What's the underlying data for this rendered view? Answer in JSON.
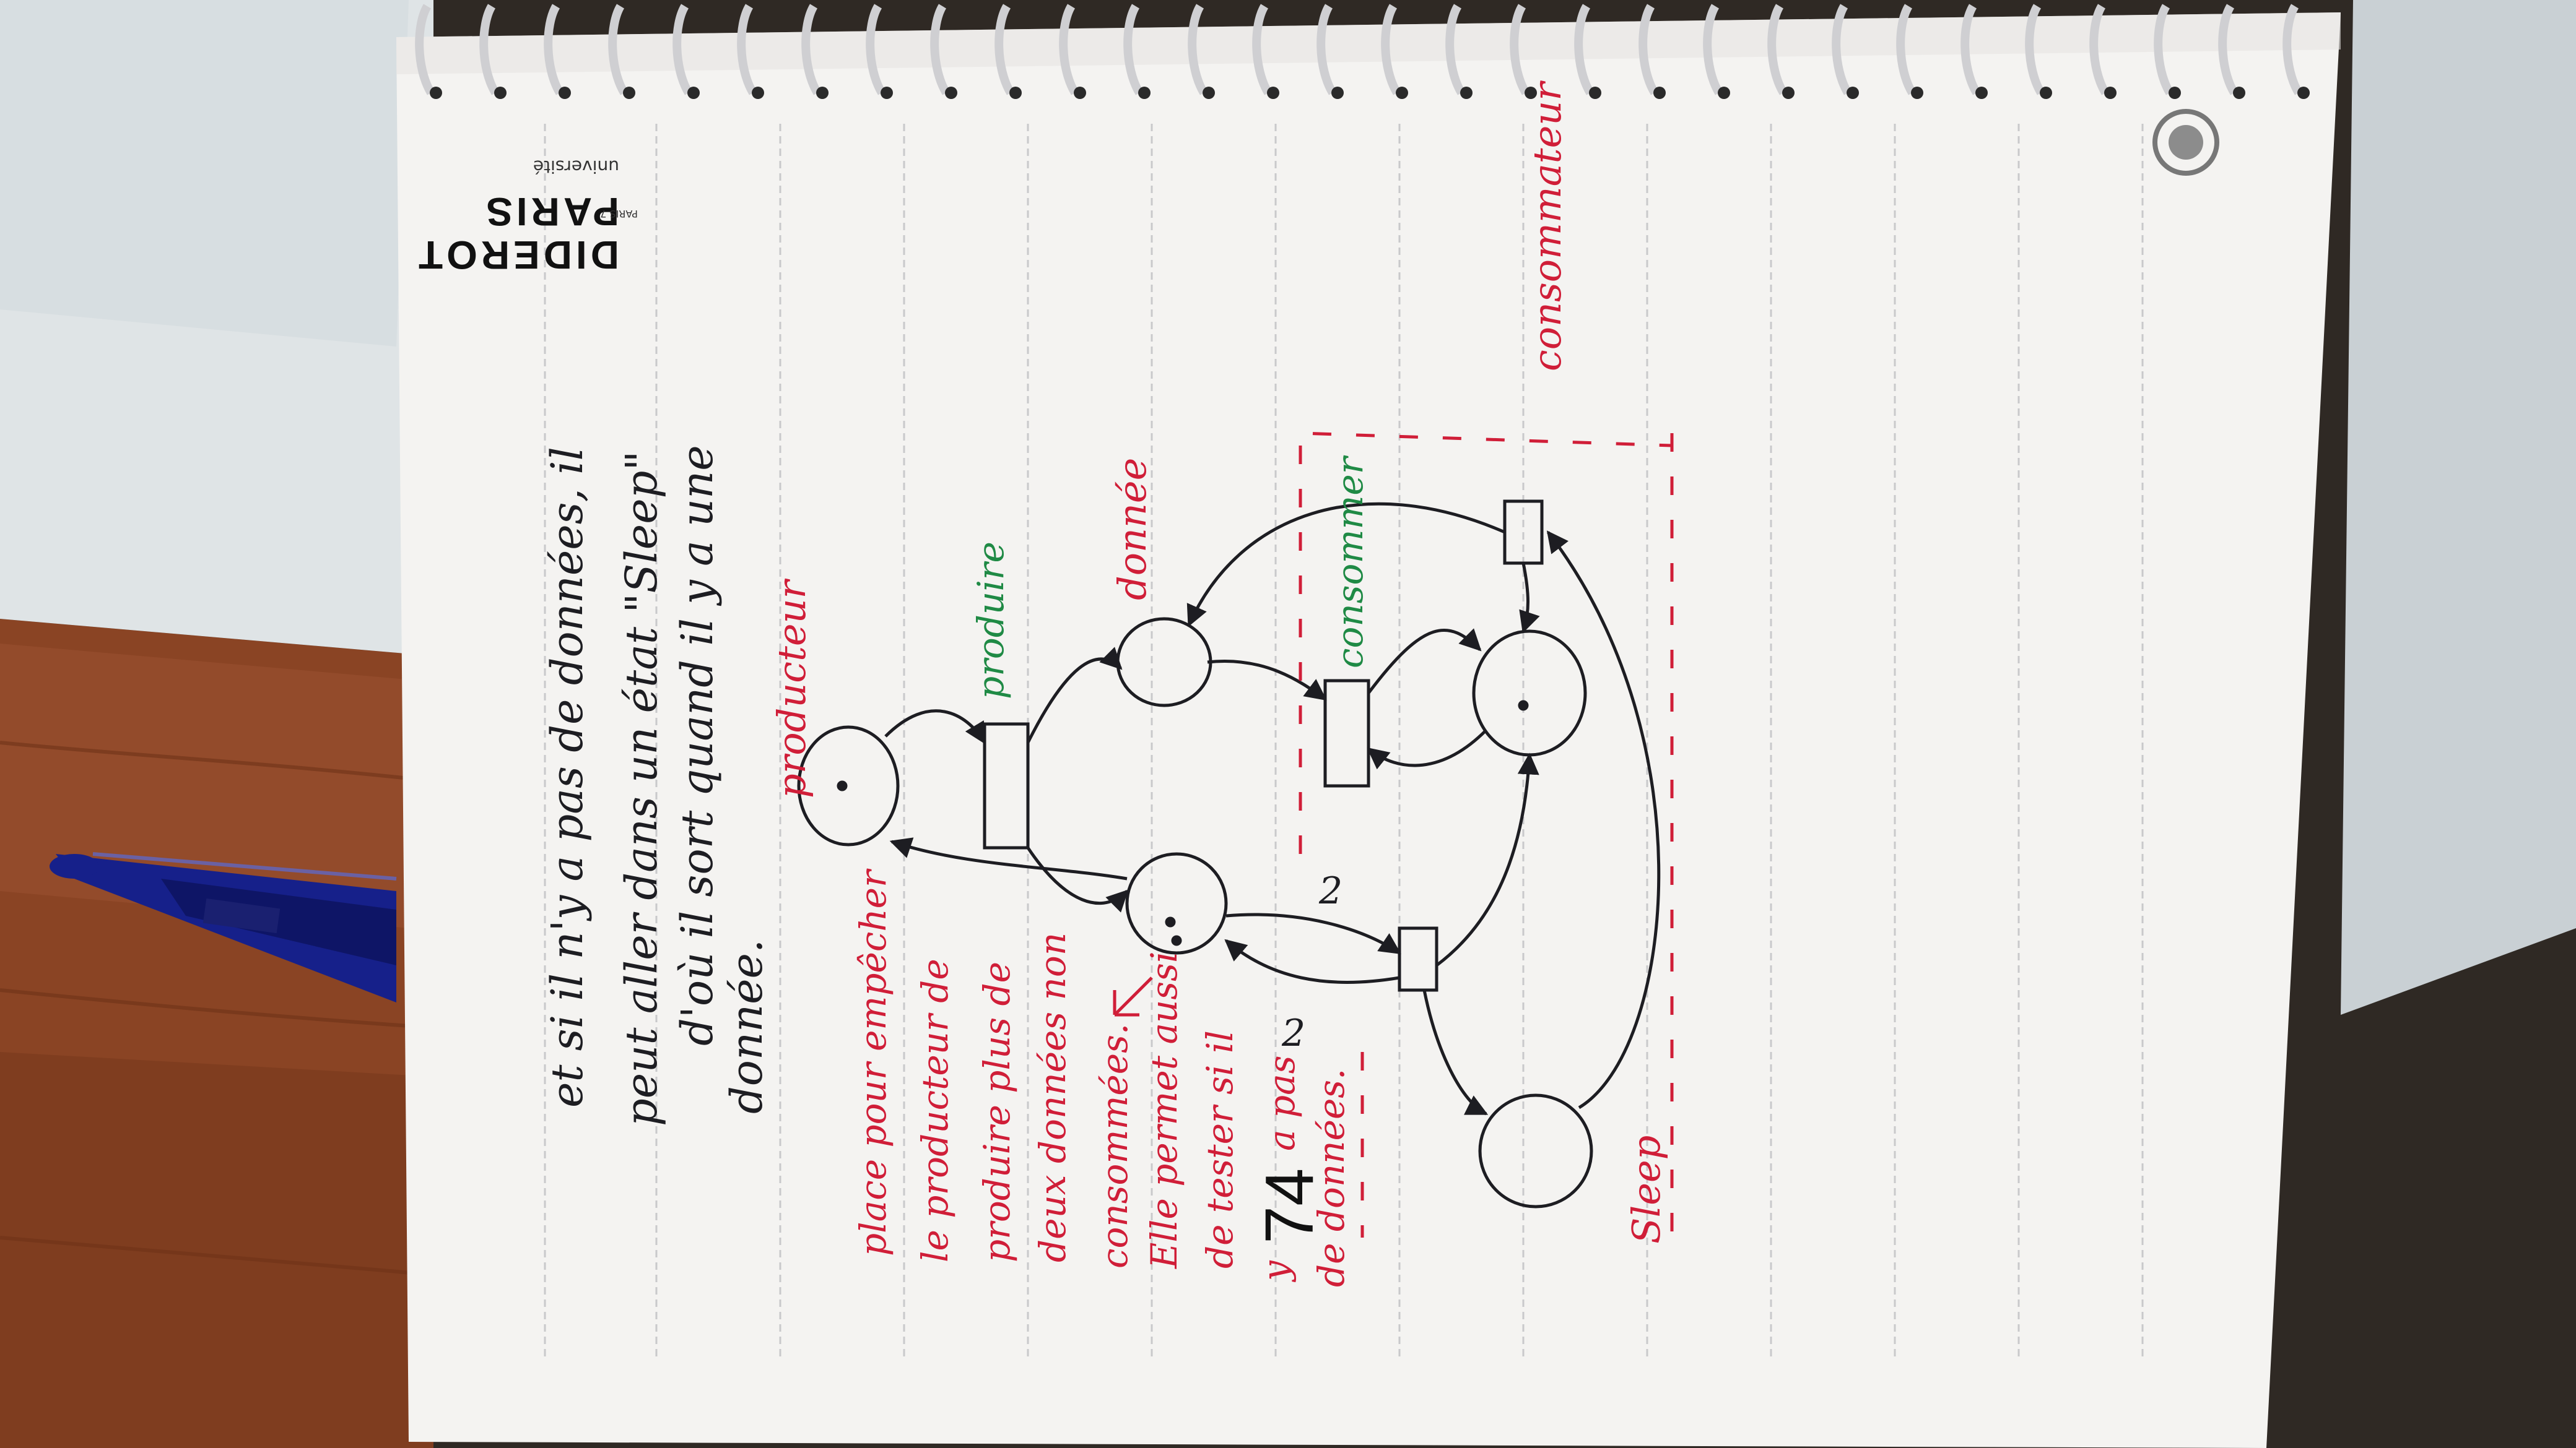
{
  "brand": {
    "sub": "université",
    "line1": "PARIS",
    "line2": "DIDEROT",
    "small": "PARIS 7"
  },
  "note": {
    "black_lines": [
      "et si il n'y a pas de données, il",
      "peut aller dans un état \"Sleep\"",
      "d'où il sort quand il y a une",
      "donnée."
    ],
    "red_lines": [
      "place pour empêcher",
      "le producteur de",
      "produire plus de",
      "deux données non",
      "consommées.",
      "Elle permet aussi",
      "de tester si il",
      "a pas",
      "de données."
    ],
    "y_mark": "y",
    "page_number": "74"
  },
  "diagram": {
    "label_producteur": "producteur",
    "label_produire": "produire",
    "label_donnee": "donnée",
    "label_consommer": "consommer",
    "label_consommateur": "consommateur",
    "label_sleep": "Sleep",
    "arc_weight_1": "2",
    "arc_weight_2": "2"
  },
  "colors": {
    "ink_black": "#1d1d22",
    "ink_red": "#d01e38",
    "ink_green": "#1f8a45",
    "paper": "#f4f3f1",
    "desk": "#8a4424",
    "pen_blue": "#16208a"
  }
}
